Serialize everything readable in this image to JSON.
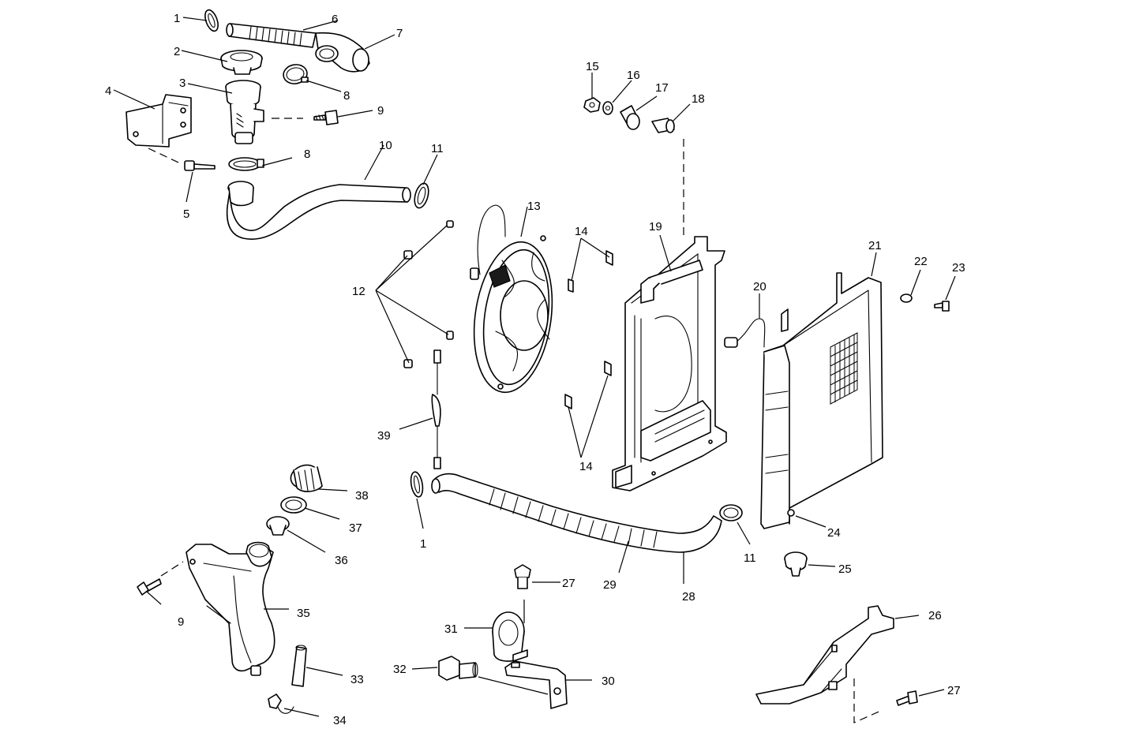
{
  "callouts": [
    {
      "label": "1",
      "name": "callout-1-upper"
    },
    {
      "label": "1",
      "name": "callout-1-lower"
    },
    {
      "label": "2",
      "name": "callout-2"
    },
    {
      "label": "3",
      "name": "callout-3"
    },
    {
      "label": "4",
      "name": "callout-4"
    },
    {
      "label": "5",
      "name": "callout-5"
    },
    {
      "label": "6",
      "name": "callout-6"
    },
    {
      "label": "7",
      "name": "callout-7"
    },
    {
      "label": "8",
      "name": "callout-8-upper"
    },
    {
      "label": "8",
      "name": "callout-8-lower"
    },
    {
      "label": "9",
      "name": "callout-9-upper"
    },
    {
      "label": "9",
      "name": "callout-9-lower"
    },
    {
      "label": "10",
      "name": "callout-10"
    },
    {
      "label": "11",
      "name": "callout-11-upper"
    },
    {
      "label": "11",
      "name": "callout-11-lower"
    },
    {
      "label": "12",
      "name": "callout-12"
    },
    {
      "label": "13",
      "name": "callout-13"
    },
    {
      "label": "14",
      "name": "callout-14-upper"
    },
    {
      "label": "14",
      "name": "callout-14-lower"
    },
    {
      "label": "15",
      "name": "callout-15"
    },
    {
      "label": "16",
      "name": "callout-16"
    },
    {
      "label": "17",
      "name": "callout-17"
    },
    {
      "label": "18",
      "name": "callout-18"
    },
    {
      "label": "19",
      "name": "callout-19"
    },
    {
      "label": "20",
      "name": "callout-20"
    },
    {
      "label": "21",
      "name": "callout-21"
    },
    {
      "label": "22",
      "name": "callout-22"
    },
    {
      "label": "23",
      "name": "callout-23"
    },
    {
      "label": "24",
      "name": "callout-24"
    },
    {
      "label": "25",
      "name": "callout-25"
    },
    {
      "label": "26",
      "name": "callout-26"
    },
    {
      "label": "27",
      "name": "callout-27-upper"
    },
    {
      "label": "27",
      "name": "callout-27-lower"
    },
    {
      "label": "28",
      "name": "callout-28"
    },
    {
      "label": "29",
      "name": "callout-29"
    },
    {
      "label": "30",
      "name": "callout-30"
    },
    {
      "label": "31",
      "name": "callout-31"
    },
    {
      "label": "32",
      "name": "callout-32"
    },
    {
      "label": "33",
      "name": "callout-33"
    },
    {
      "label": "34",
      "name": "callout-34"
    },
    {
      "label": "35",
      "name": "callout-35"
    },
    {
      "label": "36",
      "name": "callout-36"
    },
    {
      "label": "37",
      "name": "callout-37"
    },
    {
      "label": "38",
      "name": "callout-38"
    },
    {
      "label": "39",
      "name": "callout-39"
    }
  ]
}
